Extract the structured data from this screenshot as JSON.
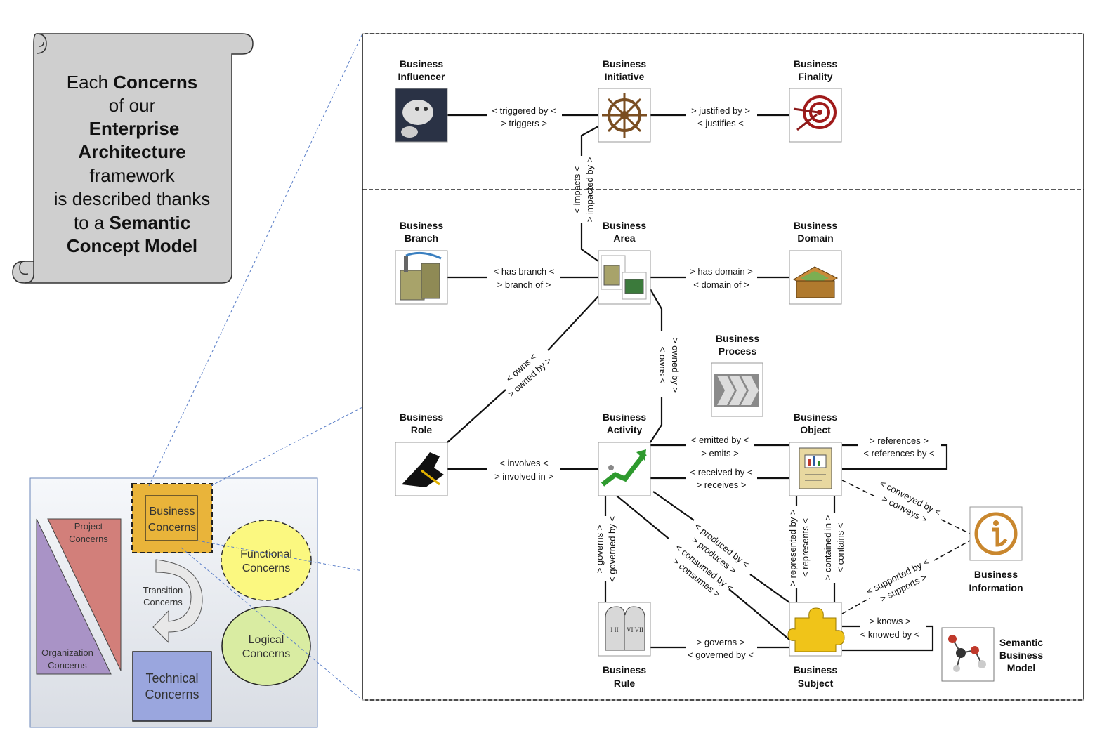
{
  "scroll": {
    "line1_a": "Each ",
    "line1_b": "Concerns",
    "line2": "of our",
    "line3": "Enterprise",
    "line4": "Architecture",
    "line5": "framework",
    "line6": "is described thanks",
    "line7_a": "to a ",
    "line7_b": "Semantic",
    "line8": "Concept Model"
  },
  "framework": {
    "project": [
      "Project",
      "Concerns"
    ],
    "organization": [
      "Organization",
      "Concerns"
    ],
    "business": [
      "Business",
      "Concerns"
    ],
    "transition": [
      "Transition",
      "Concerns"
    ],
    "functional": [
      "Functional",
      "Concerns"
    ],
    "logical": [
      "Logical",
      "Concerns"
    ],
    "technical": [
      "Technical",
      "Concerns"
    ]
  },
  "nodes": {
    "influencer": [
      "Business",
      "Influencer"
    ],
    "initiative": [
      "Business",
      "Initiative"
    ],
    "finality": [
      "Business",
      "Finality"
    ],
    "branch": [
      "Business",
      "Branch"
    ],
    "area": [
      "Business",
      "Area"
    ],
    "domain": [
      "Business",
      "Domain"
    ],
    "process": [
      "Business",
      "Process"
    ],
    "role": [
      "Business",
      "Role"
    ],
    "activity": [
      "Business",
      "Activity"
    ],
    "object": [
      "Business",
      "Object"
    ],
    "information": [
      "Business",
      "Information"
    ],
    "rule": [
      "Business",
      "Rule"
    ],
    "subject": [
      "Business",
      "Subject"
    ],
    "model": [
      "Semantic",
      "Business",
      "Model"
    ]
  },
  "relations": {
    "triggered": [
      "< triggered by <",
      "> triggers >"
    ],
    "justified": [
      "> justified by >",
      "< justifies <"
    ],
    "impacts": [
      "< impacts <",
      "> impacted by >"
    ],
    "branch": [
      "< has branch <",
      "> branch of >"
    ],
    "domain": [
      "> has domain >",
      "< domain of >"
    ],
    "owns_role": [
      "< owns <",
      "> owned by >"
    ],
    "owns_act": [
      "< owns <",
      "> owned by >"
    ],
    "involves": [
      "< involves <",
      "> involved in >"
    ],
    "emitted": [
      "< emitted by <",
      "> emits >"
    ],
    "received": [
      "< received by <",
      "> receives >"
    ],
    "references": [
      "> references >",
      "< references by <"
    ],
    "conveyed": [
      "< conveyed by <",
      "> conveys >"
    ],
    "governs_v": [
      "> governs >",
      "< governed by <"
    ],
    "produced": [
      "< produced by <",
      "> produces >"
    ],
    "consumed": [
      "< consumed by <",
      "> consumes >"
    ],
    "represented": [
      "> represented by >",
      "< represents <"
    ],
    "contained": [
      "> contained in >",
      "< contains <"
    ],
    "supported": [
      "< supported by <",
      "> supports >"
    ],
    "knows": [
      "> knows >",
      "< knowed by <"
    ],
    "governs_h": [
      "> governs >",
      "< governed by <"
    ]
  }
}
